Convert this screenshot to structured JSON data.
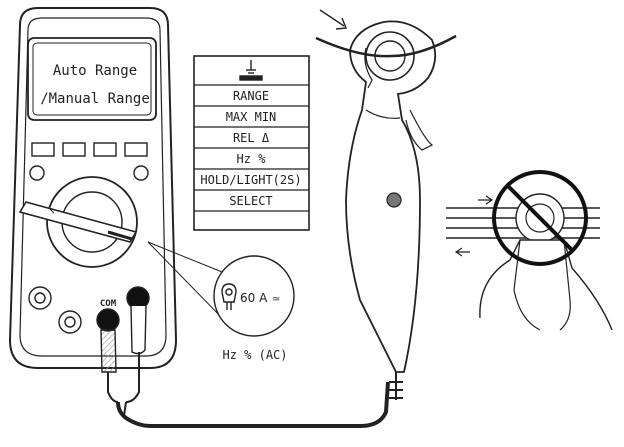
{
  "lcd": {
    "line1": "Auto Range",
    "line2": "/Manual Range"
  },
  "button_panel": {
    "items": [
      "RANGE",
      "MAX MIN",
      "REL Δ",
      "Hz %",
      "HOLD/LIGHT(2S)",
      "SELECT"
    ]
  },
  "callout": {
    "value": "60 A",
    "unit_symbol": "≃"
  },
  "jack_label": "COM",
  "mode_caption": "Hz % (AC)",
  "icons": {
    "top_button": "ground-icon",
    "callout": "clamp-icon",
    "prohibition": "no-entry-icon"
  },
  "colors": {
    "line": "#222222",
    "fill": "#ffffff",
    "hatch": "#bbbbbb"
  }
}
